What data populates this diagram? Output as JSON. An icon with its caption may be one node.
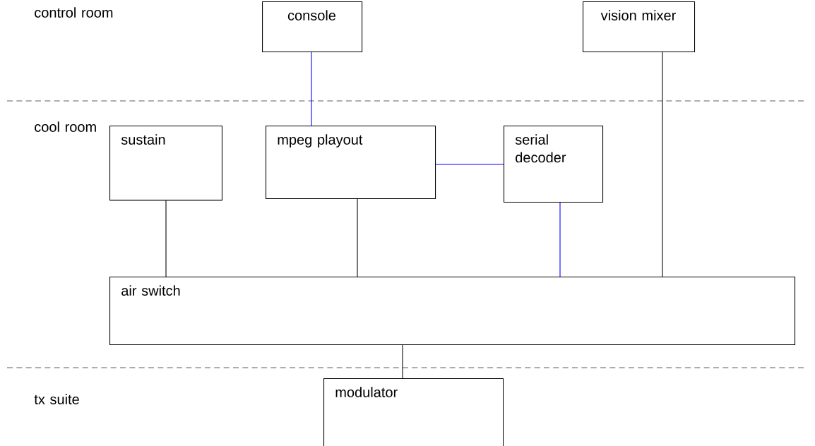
{
  "diagram": {
    "nodes": [
      {
        "text": [
          "console"
        ]
      },
      {
        "text": [
          "vision mixer"
        ]
      },
      {
        "text": [
          "sustain"
        ]
      },
      {
        "text": [
          "mpeg playout"
        ]
      },
      {
        "text": [
          "serial decoder"
        ]
      },
      {
        "text": [
          "air switch"
        ]
      },
      {
        "text": [
          "modulator"
        ]
      }
    ],
    "edges": [
      {
        "from": 0,
        "to": 3,
        "arrow": "none",
        "color": "#0000ff"
      },
      {
        "from": 1,
        "to": 5,
        "arrow": "none"
      },
      {
        "from": 3,
        "to": 4,
        "arrow": "none",
        "color": "#0000ff"
      },
      {
        "from": 2,
        "to": 5,
        "arrow": "none"
      },
      {
        "from": 3,
        "to": 5,
        "arrow": "none"
      },
      {
        "from": 4,
        "to": 5,
        "arrow": "none",
        "color": "#0000ff"
      },
      {
        "from": 5,
        "to": 6,
        "arrow": "none"
      }
    ],
    "labels": [
      "control room",
      "cool room",
      "tx suite"
    ]
  }
}
